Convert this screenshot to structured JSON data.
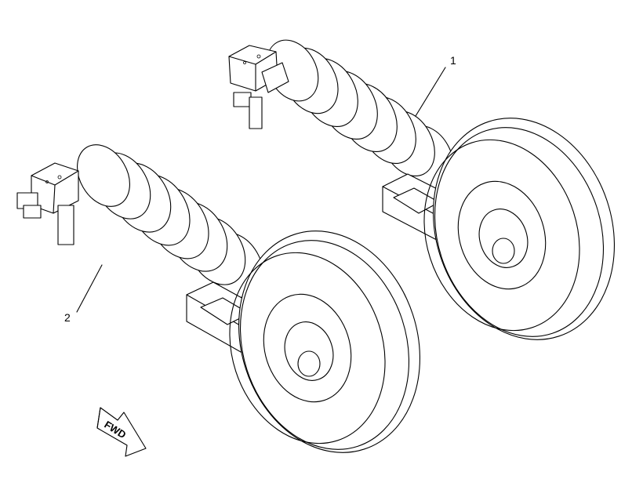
{
  "callouts": [
    {
      "label": "1"
    },
    {
      "label": "2"
    }
  ],
  "direction_arrow": {
    "label": "FWD"
  },
  "icons": [
    "idler-assembly-1",
    "idler-assembly-2",
    "forward-direction-arrow"
  ]
}
